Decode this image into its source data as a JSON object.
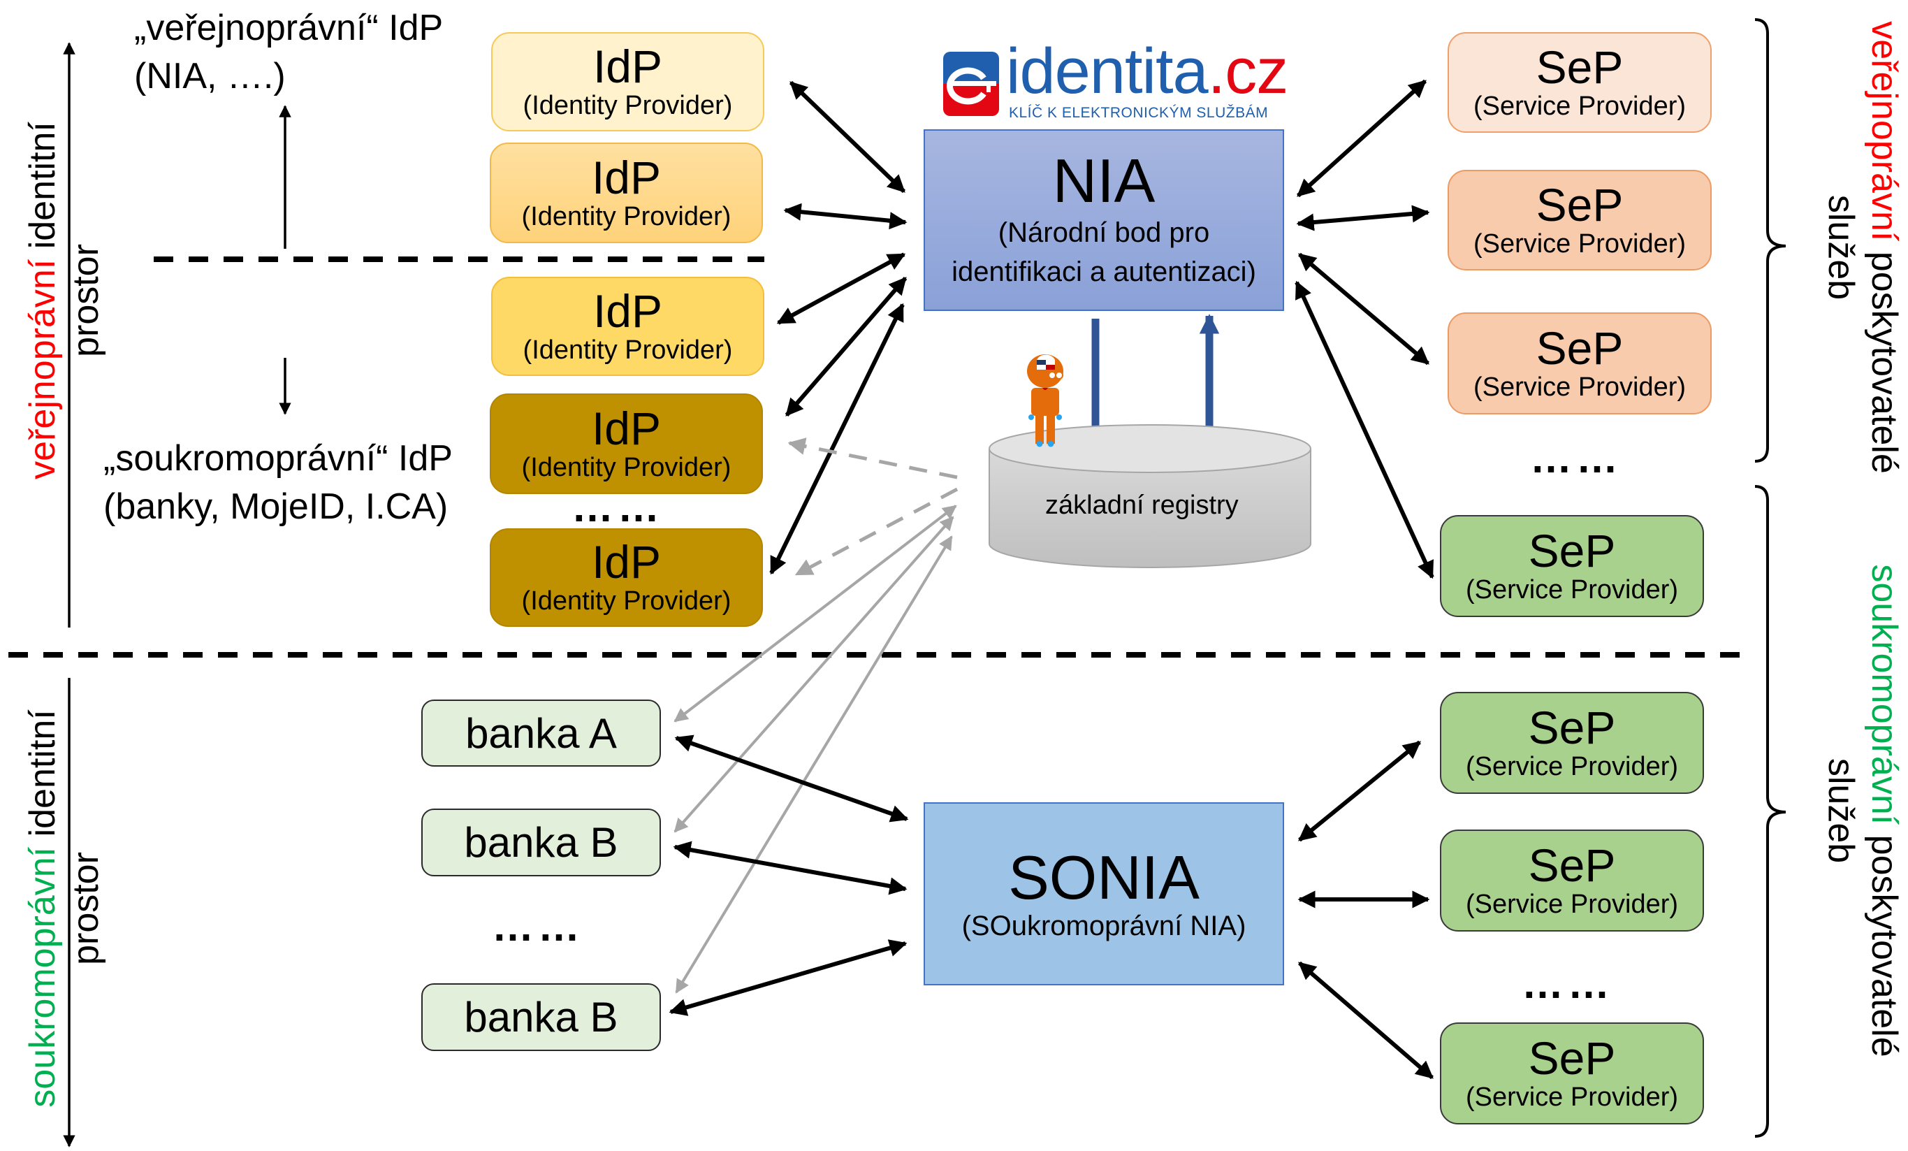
{
  "diagram": {
    "left_labels": {
      "public_idp": {
        "line1": "„veřejnoprávní“ IdP",
        "line2": "(NIA, ….)"
      },
      "private_idp": {
        "line1": "„soukromoprávní“ IdP",
        "line2": "(banky, MojeID, I.CA)"
      },
      "public_space": {
        "colored": "veřejnoprávní",
        "rest": " identitní",
        "line2": "prostor"
      },
      "private_space": {
        "colored": "soukromoprávní",
        "rest": " identitní",
        "line2": "prostor"
      }
    },
    "right_labels": {
      "public_providers": {
        "colored": "veřejnoprávní",
        "rest": " poskytovatelé",
        "line2": "služeb"
      },
      "private_providers": {
        "colored": "soukromoprávní",
        "rest": " poskytovatelé",
        "line2": "služeb"
      }
    },
    "colors": {
      "public_accent": "#ff0000",
      "private_accent": "#00b050",
      "nia_fill": "#8faadc",
      "sonia_fill": "#9dc3e6",
      "registry_arrow": "#2f5597",
      "grey_arrow": "#a6a6a6"
    },
    "logo": {
      "brand_main": "identita",
      "brand_tld": ".cz",
      "tagline": "KLÍČ K ELEKTRONICKÝM SLUŽBÁM"
    },
    "nia": {
      "title": "NIA",
      "subtitle_line1": "(Národní bod pro",
      "subtitle_line2": "identifikaci a autentizaci)"
    },
    "sonia": {
      "title": "SONIA",
      "subtitle": "(SOukromoprávní NIA)"
    },
    "registry": {
      "label": "základní registry"
    },
    "idps": [
      {
        "title": "IdP",
        "subtitle": "(Identity Provider)",
        "group": "public"
      },
      {
        "title": "IdP",
        "subtitle": "(Identity Provider)",
        "group": "public"
      },
      {
        "title": "IdP",
        "subtitle": "(Identity Provider)",
        "group": "private"
      },
      {
        "title": "IdP",
        "subtitle": "(Identity Provider)",
        "group": "private"
      },
      {
        "title": "IdP",
        "subtitle": "(Identity Provider)",
        "group": "private"
      }
    ],
    "seps_public": [
      {
        "title": "SeP",
        "subtitle": "(Service Provider)"
      },
      {
        "title": "SeP",
        "subtitle": "(Service Provider)"
      },
      {
        "title": "SeP",
        "subtitle": "(Service Provider)"
      }
    ],
    "seps_private": [
      {
        "title": "SeP",
        "subtitle": "(Service Provider)"
      },
      {
        "title": "SeP",
        "subtitle": "(Service Provider)"
      },
      {
        "title": "SeP",
        "subtitle": "(Service Provider)"
      },
      {
        "title": "SeP",
        "subtitle": "(Service Provider)"
      }
    ],
    "banks": [
      {
        "label": "banka A"
      },
      {
        "label": "banka B"
      },
      {
        "label": "banka B"
      }
    ],
    "ellipsis": "……"
  }
}
